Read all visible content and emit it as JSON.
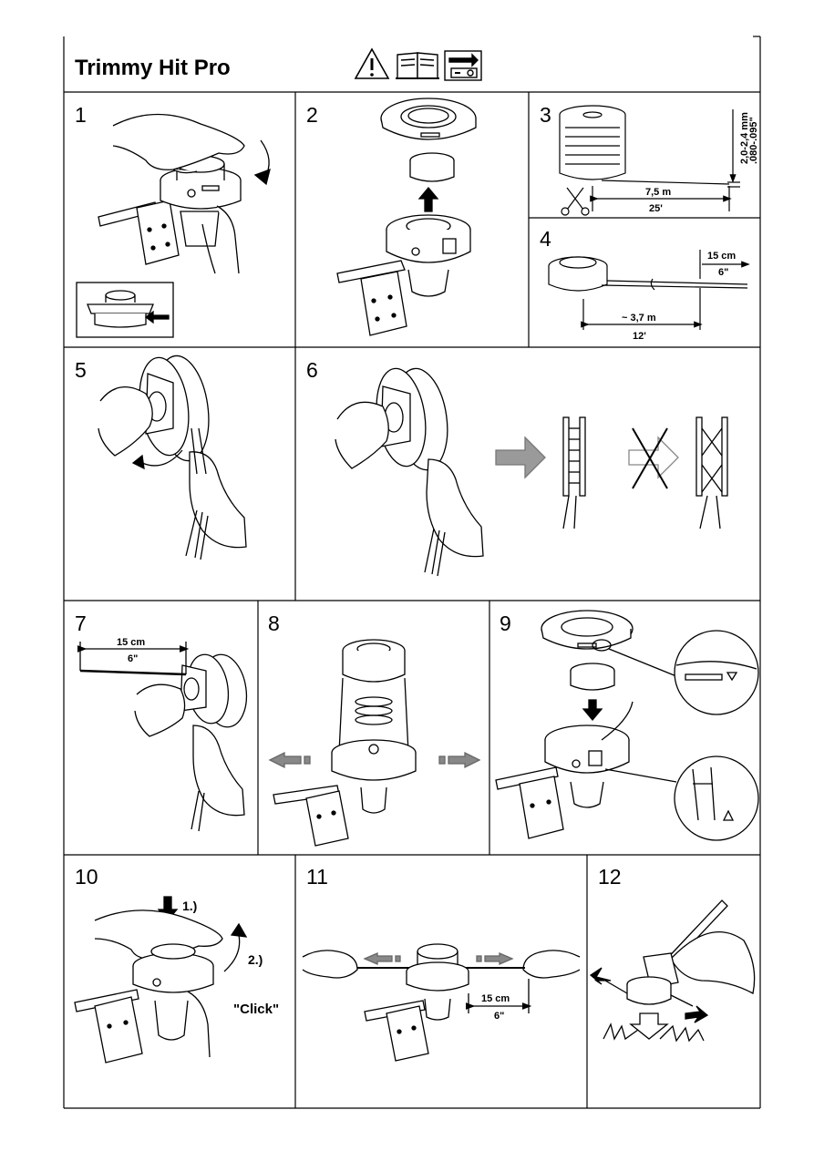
{
  "header": {
    "title": "Trimmy Hit Pro",
    "icons": [
      "warning-icon",
      "manual-book-icon",
      "instruction-sheet-icon"
    ]
  },
  "steps": [
    {
      "n": "1"
    },
    {
      "n": "2"
    },
    {
      "n": "3"
    },
    {
      "n": "4"
    },
    {
      "n": "5"
    },
    {
      "n": "6"
    },
    {
      "n": "7"
    },
    {
      "n": "8"
    },
    {
      "n": "9"
    },
    {
      "n": "10"
    },
    {
      "n": "11"
    },
    {
      "n": "12"
    }
  ],
  "labels": {
    "s3_diameter_mm": "2,0-2,4 mm",
    "s3_diameter_in": ".080-.095\"",
    "s3_length_m": "7,5 m",
    "s3_length_ft": "25'",
    "s4_short_cm": "15 cm",
    "s4_short_in": "6\"",
    "s4_long_m": "~ 3,7 m",
    "s4_long_ft": "12'",
    "s7_cm": "15 cm",
    "s7_in": "6\"",
    "s10_push": "1.)",
    "s10_turn": "2.)",
    "s10_click": "\"Click\"",
    "s11_cm": "15 cm",
    "s11_in": "6\""
  }
}
